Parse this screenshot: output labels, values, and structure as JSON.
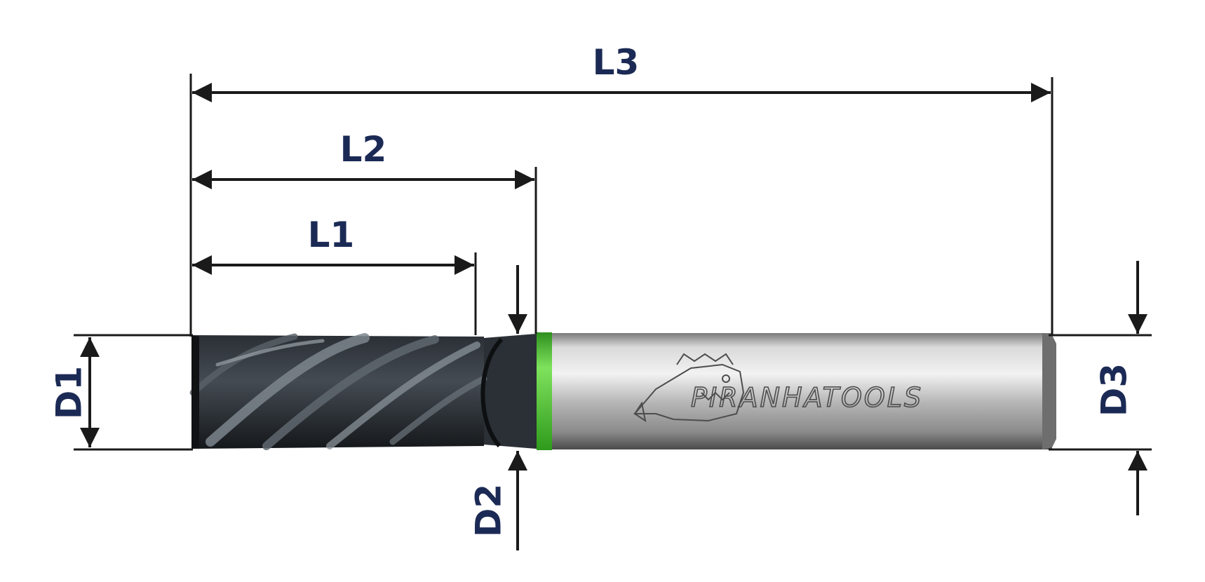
{
  "colors": {
    "label": "#1b2a55",
    "line": "#1a1a1a",
    "shank_mid": "#b8b8b8",
    "shank_light": "#e6e6e6",
    "shank_dark": "#5a5a5a",
    "flute_dark": "#1e2227",
    "flute_light": "#6b7278",
    "ring": "#4cc832",
    "engrave": "#555555"
  },
  "labels": {
    "l1": "L1",
    "l2": "L2",
    "l3": "L3",
    "d1": "D1",
    "d2": "D2",
    "d3": "D3"
  },
  "tool": {
    "brand_logo_text": "PIRANHATOOLS",
    "brand_logo_icon": "piranha-fish-icon"
  }
}
